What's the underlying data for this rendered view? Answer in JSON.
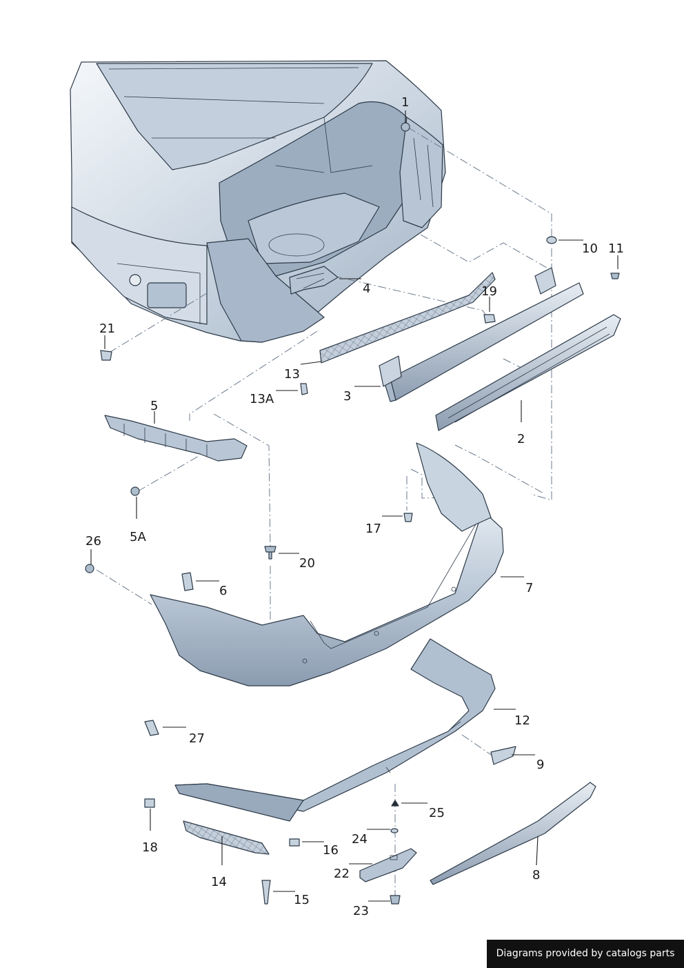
{
  "callouts": {
    "p1": "1",
    "p2": "2",
    "p3": "3",
    "p4": "4",
    "p5": "5",
    "p5a": "5A",
    "p6": "6",
    "p7": "7",
    "p8": "8",
    "p9": "9",
    "p10": "10",
    "p11": "11",
    "p12": "12",
    "p13": "13",
    "p13a": "13A",
    "p14": "14",
    "p15": "15",
    "p16": "16",
    "p17": "17",
    "p18": "18",
    "p19": "19",
    "p20": "20",
    "p21": "21",
    "p22": "22",
    "p23": "23",
    "p24": "24",
    "p25": "25",
    "p26": "26",
    "p27": "27"
  },
  "credit": "Diagrams provided by catalogs parts",
  "colors": {
    "part_fill_light": "#dbe3ec",
    "part_fill_mid": "#b9c6d4",
    "part_fill_dark": "#8e9db0",
    "outline": "#2c3947"
  }
}
